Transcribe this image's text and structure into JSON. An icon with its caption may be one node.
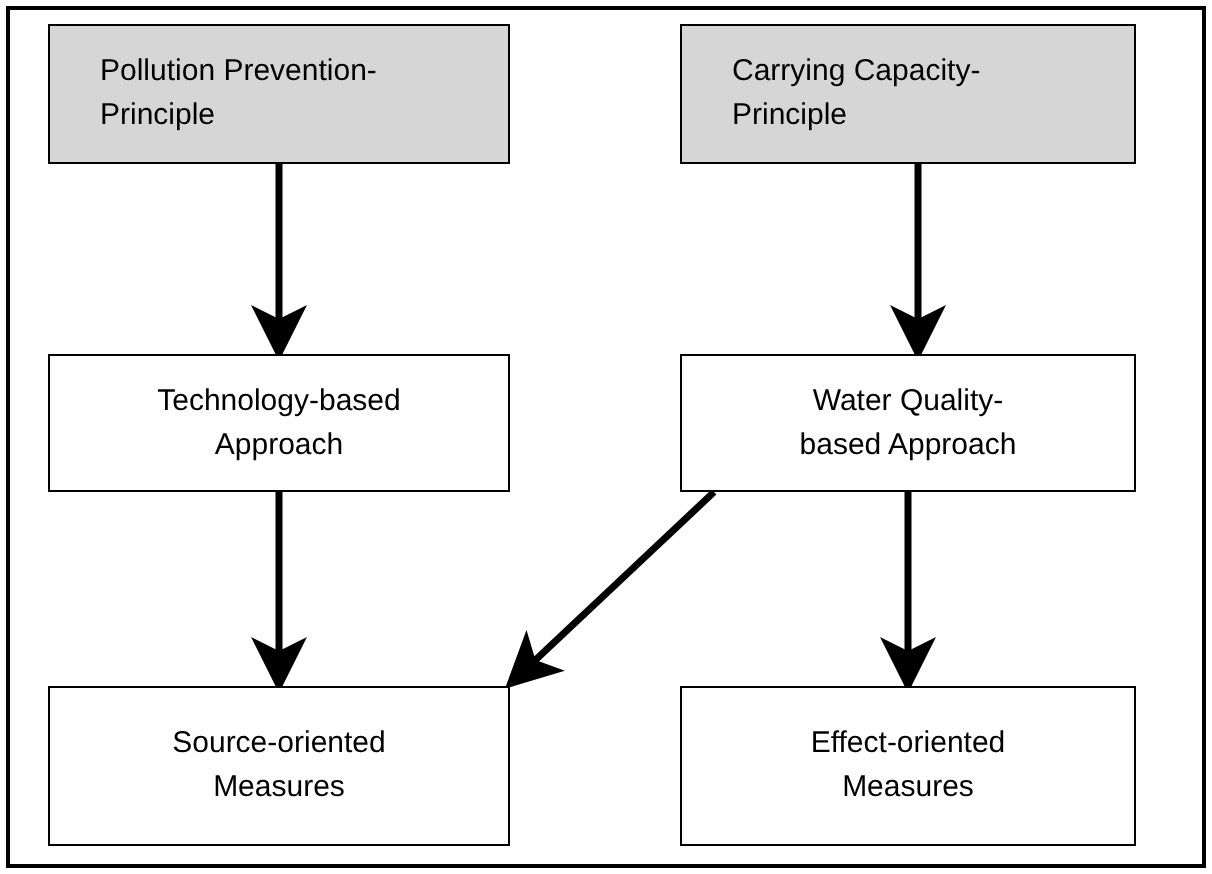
{
  "diagram": {
    "nodes": [
      {
        "text": [
          "Pollution Prevention-Principle"
        ]
      },
      {
        "text": [
          "Carrying Capacity-Principle"
        ]
      },
      {
        "text": [
          "Technology-based Approach"
        ]
      },
      {
        "text": [
          "Water Quality-based Approach"
        ]
      },
      {
        "text": [
          "Source-oriented Measures"
        ]
      },
      {
        "text": [
          "Effect-oriented Measures"
        ]
      }
    ],
    "edges": [
      {
        "from": 0,
        "to": 2,
        "arrow": "to"
      },
      {
        "from": 1,
        "to": 3,
        "arrow": "to"
      },
      {
        "from": 2,
        "to": 4,
        "arrow": "to"
      },
      {
        "from": 3,
        "to": 4,
        "arrow": "to"
      },
      {
        "from": 3,
        "to": 5,
        "arrow": "to"
      }
    ]
  }
}
